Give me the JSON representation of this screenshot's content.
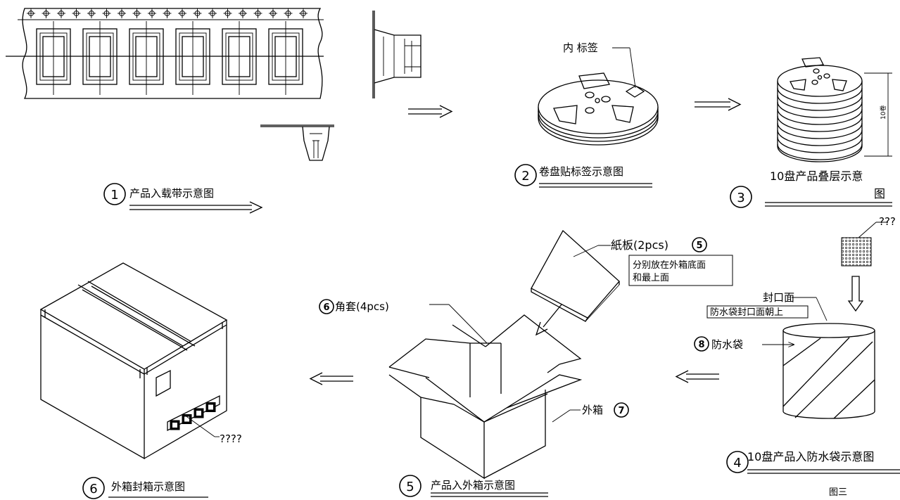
{
  "step1": {
    "num": "1",
    "caption": "产品入载带示意图"
  },
  "step2": {
    "num": "2",
    "caption": "卷盘贴标签示意图",
    "inner_label": "内 标签"
  },
  "step3": {
    "num": "3",
    "caption_line1": "10盘产品叠层示意",
    "caption_line2": "图",
    "dimension": "10卷"
  },
  "step4": {
    "num": "4",
    "caption": "10盘产品入防水袋示意图",
    "desiccant_label": "???",
    "seal_face": "封口面",
    "seal_note": "防水袋封口面朝上",
    "bag_num": "8",
    "bag_label": "防水袋"
  },
  "step5": {
    "num": "5",
    "caption": "产品入外箱示意图",
    "board_label": "紙板(2pcs)",
    "board_num": "5",
    "board_note_line1": "分别放在外箱底面",
    "board_note_line2": "和最上面",
    "corner_num": "6",
    "corner_label": "角套(4pcs)",
    "box_label": "外箱",
    "box_num": "7"
  },
  "step6": {
    "num": "6",
    "caption": "外箱封箱示意图",
    "label_callout": "????"
  },
  "figure_caption": "图三"
}
